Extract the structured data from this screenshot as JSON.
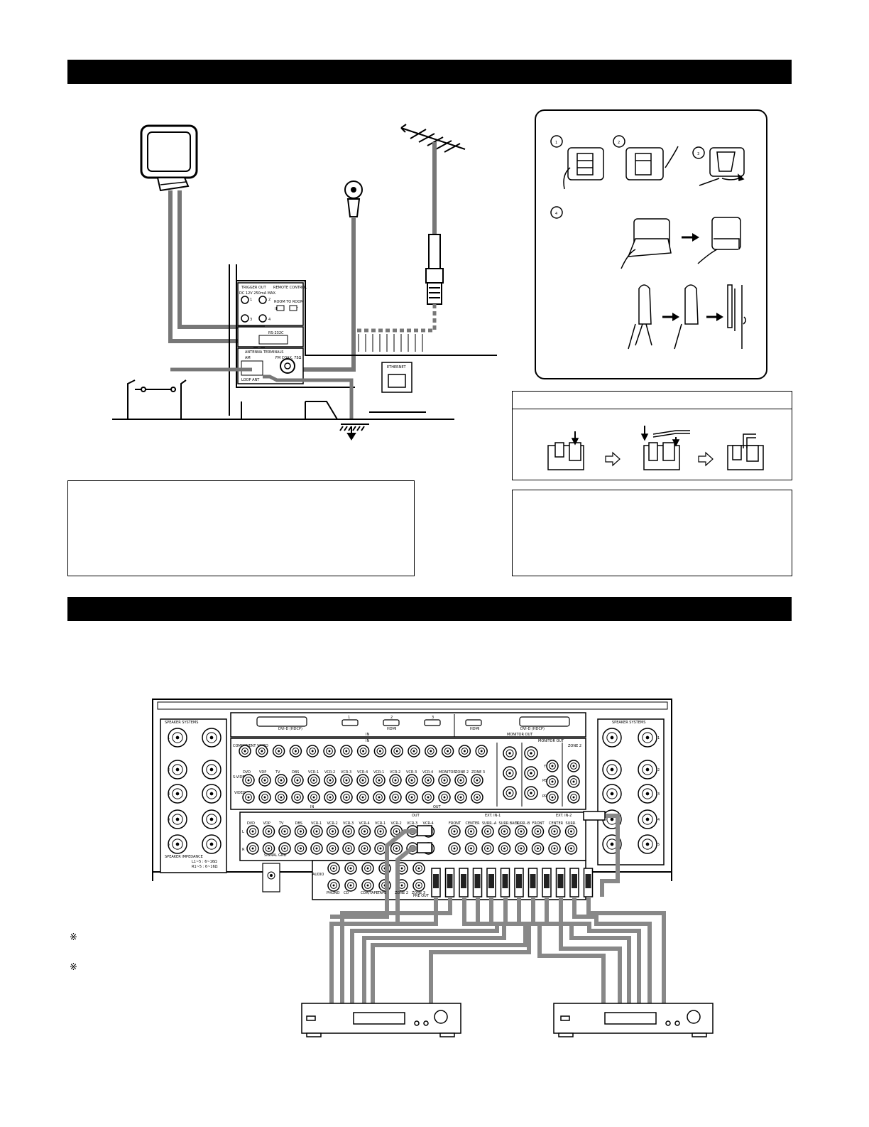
{
  "antenna_terminals": {
    "trigger_out": "TRIGGER OUT",
    "trigger_spec": "DC 12V 250mA MAX.",
    "remote_control": "REMOTE CONTROL",
    "room_to_room": "ROOM TO ROOM",
    "rs232c": "RS-232C",
    "antenna_terminals": "ANTENNA TERMINALS",
    "am": "AM",
    "fm_coax": "FM COAX, 75Ω",
    "loop_ant": "LOOP ANT",
    "ethernet": "ETHERNET",
    "trigger_nums": [
      "1",
      "2",
      "3",
      "4"
    ],
    "remote_in": "IN",
    "remote_out": "OUT"
  },
  "assembly_steps": [
    "1",
    "2",
    "3",
    "4"
  ],
  "rear_panel": {
    "speaker_systems": "SPEAKER SYSTEMS",
    "speaker_impedance": "SPEAKER IMPEDANCE",
    "impedance_l": "L1~5 : 6~16Ω",
    "impedance_r": "R1~5 : 6~16Ω",
    "speaker_numbers": [
      "1",
      "2",
      "3",
      "4",
      "5"
    ],
    "dvi_hdcp": "DVI-D (HDCP)",
    "hdmi": "HDMI",
    "hdmi_nums": [
      "1",
      "2",
      "3"
    ],
    "in": "IN",
    "out": "OUT",
    "monitor_out": "MONITOR OUT",
    "component_video": "COMPONENT VIDEO",
    "zone2": "ZONE 2",
    "s_video": "S-VIDEO",
    "video": "VIDEO",
    "y": "Y",
    "pb_cb": "PB/CB",
    "pr_cr": "PR/CR",
    "video_sources": [
      "DVD",
      "VDP",
      "TV",
      "DBS",
      "VCR-1",
      "VCR-2",
      "VCR-3",
      "VCR-4",
      "VCR-1",
      "VCR-2",
      "VCR-3",
      "VCR-4",
      "MONITOR",
      "ZONE 2",
      "ZONE 3"
    ],
    "audio_sources": [
      "DVD",
      "VDP",
      "TV",
      "DBS",
      "VCR-1",
      "VCR-2",
      "VCR-3",
      "VCR-4",
      "VCR-1",
      "VCR-2",
      "VCR-3",
      "VCR-4"
    ],
    "ext_in_1": "EXT. IN-1",
    "ext_in_2": "EXT. IN-2",
    "ext_ch": [
      "FRONT",
      "CENTER",
      "SURR.-A",
      "SURR.BACK",
      "SURR.-B",
      "FRONT",
      "CENTER",
      "SURR."
    ],
    "audio": "AUDIO",
    "lower_labels": [
      "PHONO",
      "CD",
      "CDR/TAPE",
      "TAPE",
      "ZONE 2",
      "ZONE 3"
    ],
    "pre_out": "PRE OUT",
    "signal_gnd": "SIGNAL GND",
    "l": "L",
    "r": "R"
  },
  "notes": {
    "mark1": "※",
    "mark2": "※"
  }
}
